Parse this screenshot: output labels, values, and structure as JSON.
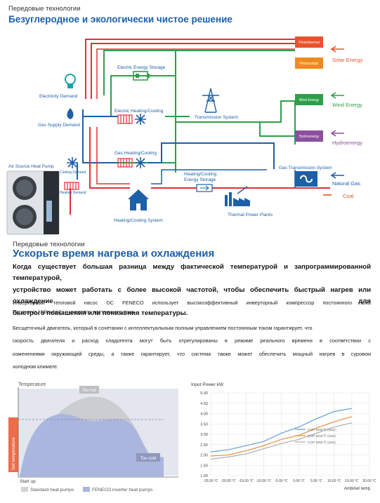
{
  "section1": {
    "kicker": "Передовые технологии",
    "title": "Безуглеродное и экологически чистое решение"
  },
  "diagram": {
    "labels": {
      "electricity_demand": "Electricity Demand",
      "gas_supply_demand": "Gas Supply Demand",
      "air_source_heat_pump": "Air Source Heat Pump",
      "cooling_demand": "Cooling Demand",
      "heating_demand": "Heating Demand",
      "electric_energy_storage": "Electric Energy Storage",
      "electric_heating_cooling": "Electric Heating/Cooling",
      "gas_heating_cooling": "Gas Heating/Cooling",
      "transmission_system": "Transmission System",
      "heating_cooling_energy_storage_1": "Heating/Cooling",
      "heating_cooling_energy_storage_2": "Energy Storage",
      "heating_cooling_system": "Heating/Cooling System",
      "thermal_power_plants": "Thermal Power Plants",
      "gas_transmission_system": "Gas Transmission System"
    },
    "sources": [
      {
        "box": "Photothermal",
        "label": "Solar Energy",
        "color": "#e8532b",
        "label_color": "#e8532b"
      },
      {
        "box": "Photovoltaic",
        "label": "",
        "color": "#f08a1c",
        "label_color": "#e8532b"
      },
      {
        "box": "Wind Energy",
        "label": "Wind Energy",
        "color": "#2f9e4a",
        "label_color": "#2f9e4a"
      },
      {
        "box": "Hydroenergy",
        "label": "Hydroenergy",
        "color": "#8c4f9e",
        "label_color": "#8c4f9e"
      },
      {
        "box": "",
        "label": "Natural Gas",
        "color": "#1d5fa8",
        "label_color": "#1d5fa8"
      },
      {
        "box": "",
        "label": "Coal",
        "color": "#e8532b",
        "label_color": "#e8532b"
      }
    ]
  },
  "section2": {
    "kicker": "Передовые технологии",
    "title": "Ускорьте время нагрева и охлаждения",
    "bold_lines": [
      "Когда существует большая разница между фактической температурой и запрограммированной температурой,",
      "устройство может работать с более высокой частотой, чтобы обеспечить быстрый нагрев или охлаждение для",
      "быстрого повышения или понижения температуры."
    ],
    "p1_lines": [
      "Инверторный тепловой насос DC FENECO использует высокоэффективный инверторный компрессор постоянного тока",
      "Panasonic / Mitsubishi и инвертор постоянного тока."
    ],
    "p2_lines": [
      "Бесщеточный двигатель, который в сочетании с интеллектуальным полным управлением постоянным током гарантирует, что",
      "скорость двигателя и расход хладогента могут быть отрегулированы в режиме реального времени в соответствии с",
      "изменениями окружающей среды, а также гарантирует, что система также может обеспечить мощный нагрев в суровом",
      "холодном климате."
    ]
  },
  "chart_left": {
    "y_label": "Temperature",
    "too_hot": "Too hot",
    "too_cold": "Too cold",
    "set_temp": "Set temperature",
    "start_up": "Start up",
    "legend": [
      "Standard heat pumps",
      "FENECO  inverter heat pumps"
    ],
    "colors": {
      "standard": "#d2d2d6",
      "feneco": "#a9b4de"
    }
  },
  "chart_data": {
    "type": "line",
    "title": "Input Power kW.",
    "xlabel": "Ambinet temp.",
    "x": [
      "-25.00 ℃",
      "-20.00 ℃",
      "-15.00 ℃",
      "-10.00 ℃",
      "-5.00 ℃",
      "0.00 ℃",
      "5.00 ℃",
      "10.00 ℃",
      "15.00 ℃",
      "20.00 ℃"
    ],
    "y_ticks": [
      "1.00",
      "1.50",
      "2.00",
      "2.50",
      "3.00",
      "3.50",
      "4.00",
      "4.50",
      "5.00"
    ],
    "ylim": [
      1.0,
      5.0
    ],
    "series": [
      {
        "name": "COP W35℃ (w/w)",
        "color": "#6fa4d8",
        "values": [
          2.15,
          2.25,
          2.45,
          2.65,
          3.05,
          3.35,
          3.75,
          4.1,
          4.25,
          null
        ]
      },
      {
        "name": "COP W45℃ (w/w)",
        "color": "#e49a4a",
        "values": [
          1.95,
          2.0,
          2.2,
          2.45,
          2.75,
          2.95,
          3.3,
          3.6,
          3.85,
          null
        ]
      },
      {
        "name": "COP W55℃ (w/w)",
        "color": "#b3b3b3",
        "values": [
          1.8,
          1.9,
          2.05,
          2.3,
          2.55,
          2.75,
          3.05,
          3.35,
          3.55,
          null
        ]
      }
    ]
  }
}
